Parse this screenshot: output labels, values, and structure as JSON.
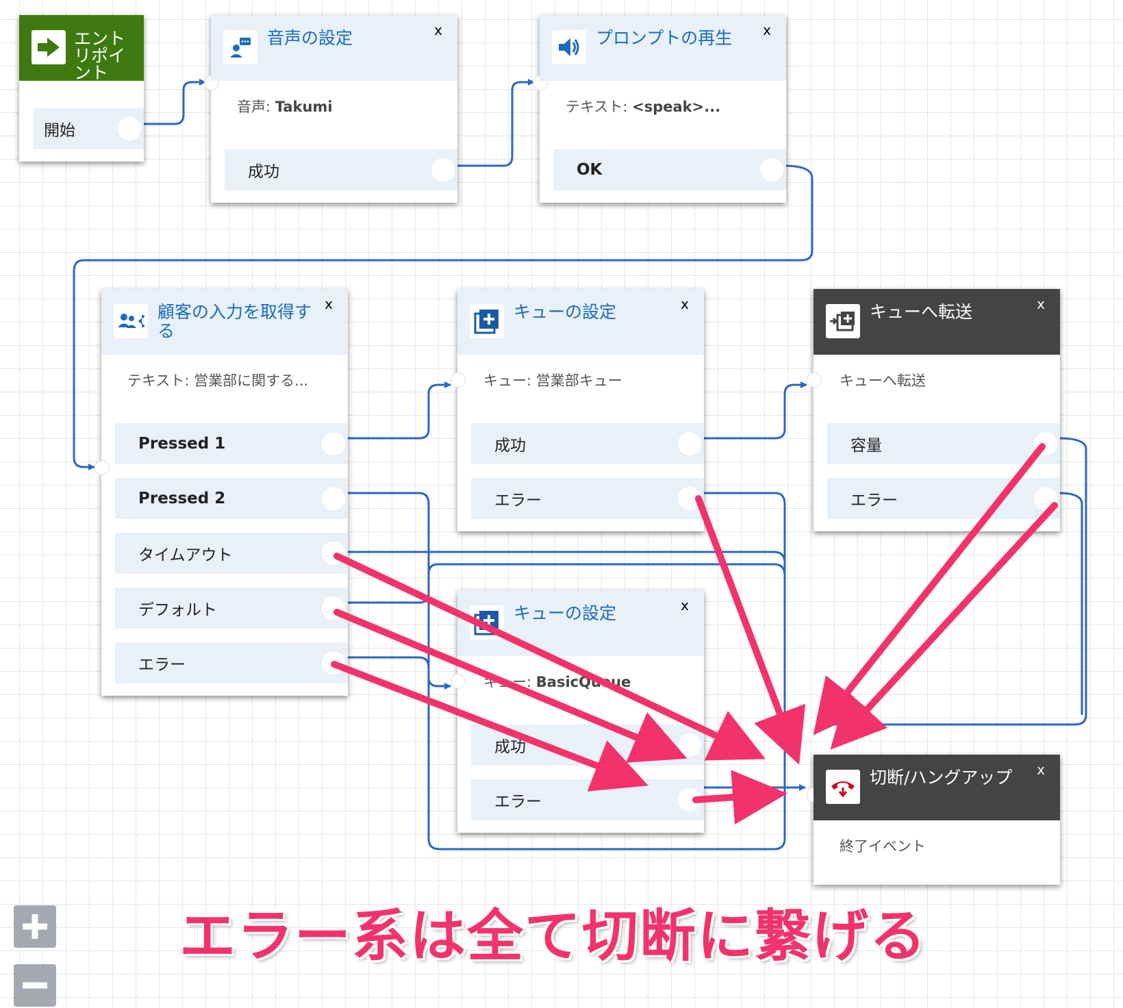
{
  "blocks": {
    "entry": {
      "title": "エントリポイント",
      "branch": "開始"
    },
    "voice": {
      "title": "音声の設定",
      "desc_label": "音声:",
      "desc_value": "Takumi",
      "branch": "成功",
      "close": "x"
    },
    "prompt": {
      "title": "プロンプトの再生",
      "desc_label": "テキスト:",
      "desc_value": "<speak>...",
      "branch": "OK",
      "close": "x"
    },
    "input": {
      "title_line1": "顧客の入力を取得す",
      "title_line2": "る",
      "desc": "テキスト: 営業部に関する...",
      "close": "x",
      "branches": [
        "Pressed 1",
        "Pressed 2",
        "タイムアウト",
        "デフォルト",
        "エラー"
      ]
    },
    "queue1": {
      "title": "キューの設定",
      "desc": "キュー: 営業部キュー",
      "close": "x",
      "branches": [
        "成功",
        "エラー"
      ]
    },
    "transfer": {
      "title": "キューへ転送",
      "desc": "キューへ転送",
      "close": "x",
      "branches": [
        "容量",
        "エラー"
      ]
    },
    "queue2": {
      "title": "キューの設定",
      "desc_label": "キュー:",
      "desc_value": "BasicQueue",
      "close": "x",
      "branches": [
        "成功",
        "エラー"
      ]
    },
    "hangup": {
      "title": "切断/ハングアップ",
      "desc": "終了イベント",
      "close": "x"
    }
  },
  "annotation": "エラー系は全て切断に繋げる",
  "zoom": {
    "in": "+",
    "out": "−"
  },
  "colors": {
    "connector": "#2a66c5",
    "annotation": "#f2336b",
    "entry_header": "#3f7a10",
    "dark_header": "#444444",
    "title_blue": "#1a6bbd"
  },
  "icons": {
    "entry": "arrow-right-icon",
    "voice": "speaking-person-icon",
    "prompt": "speaker-icon",
    "input": "customer-input-icon",
    "queue": "add-queue-icon",
    "transfer": "transfer-queue-icon",
    "hangup": "phone-hangup-icon"
  }
}
